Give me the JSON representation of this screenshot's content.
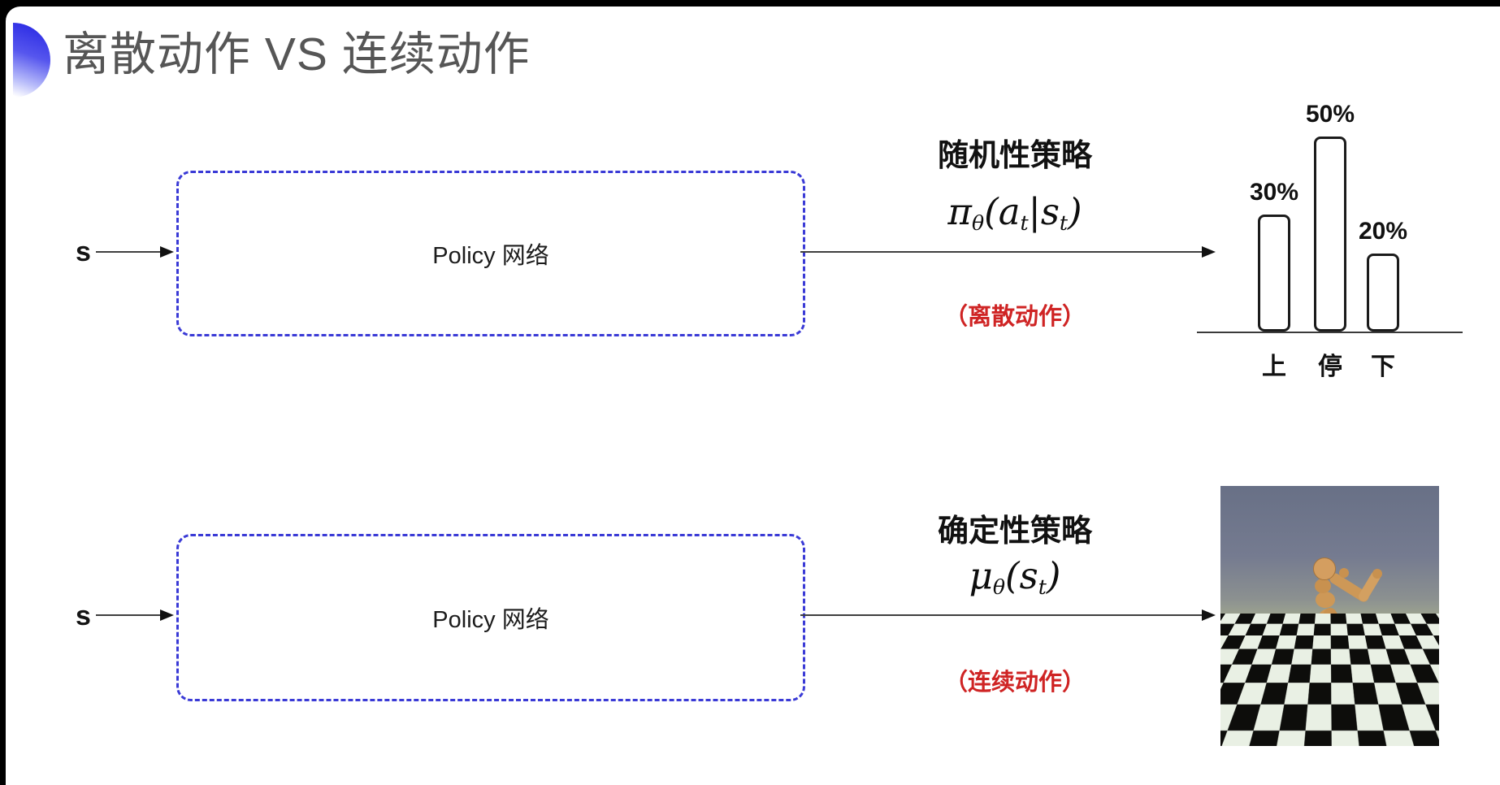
{
  "slide": {
    "title": "离散动作 VS 连续动作"
  },
  "top_flow": {
    "input_label": "s",
    "box_label": "Policy 网络",
    "policy_type": "随机性策略",
    "formula": {
      "sym": "π",
      "sym_sub": "θ",
      "part1": "(a",
      "part1_sub": "t",
      "part2": "|s",
      "part2_sub": "t",
      "close": ")"
    },
    "action_note": "（离散动作）"
  },
  "bottom_flow": {
    "input_label": "s",
    "box_label": "Policy 网络",
    "policy_type": "确定性策略",
    "formula": {
      "sym": "μ",
      "sym_sub": "θ",
      "part1": "(s",
      "part1_sub": "t",
      "part2": "",
      "part2_sub": "",
      "close": ")"
    },
    "action_note": "（连续动作）",
    "output_image": "humanoid-robot-on-checkerboard"
  },
  "chart_data": {
    "type": "bar",
    "title": "",
    "categories": [
      "上",
      "停",
      "下"
    ],
    "values": [
      30,
      50,
      20
    ],
    "value_labels": [
      "30%",
      "50%",
      "20%"
    ],
    "xlabel": "",
    "ylabel": "",
    "ylim": [
      0,
      55
    ],
    "grid": false,
    "legend": false,
    "style": "white outlined bars, baseline only, value labels above bars"
  },
  "colors": {
    "box_dash_blue": "#3a3ad6",
    "note_red": "#cf2424",
    "title_gray": "#565656",
    "bullet_blue": "#2b2be4",
    "bar_outline": "#1b1b1b"
  }
}
